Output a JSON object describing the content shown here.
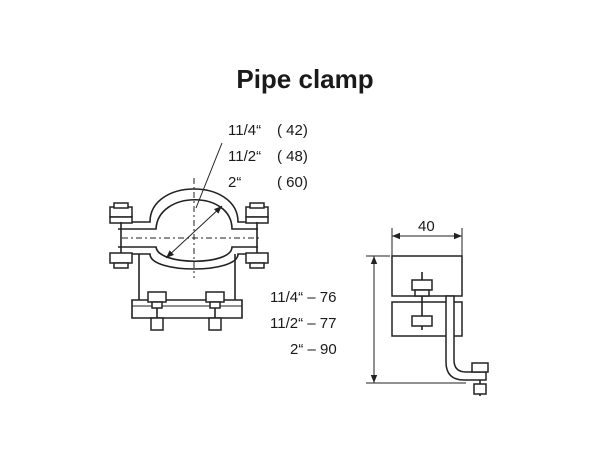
{
  "title": "Pipe clamp",
  "front_view": {
    "sizes": [
      {
        "inch": "11/4“",
        "mm": "( 42)"
      },
      {
        "inch": "11/2“",
        "mm": "( 48)"
      },
      {
        "inch": "2“",
        "mm": "( 60)"
      }
    ]
  },
  "side_view": {
    "width_dim": "40",
    "heights": [
      "11/4“ – 76",
      "11/2“ – 77",
      "2“ – 90"
    ]
  }
}
